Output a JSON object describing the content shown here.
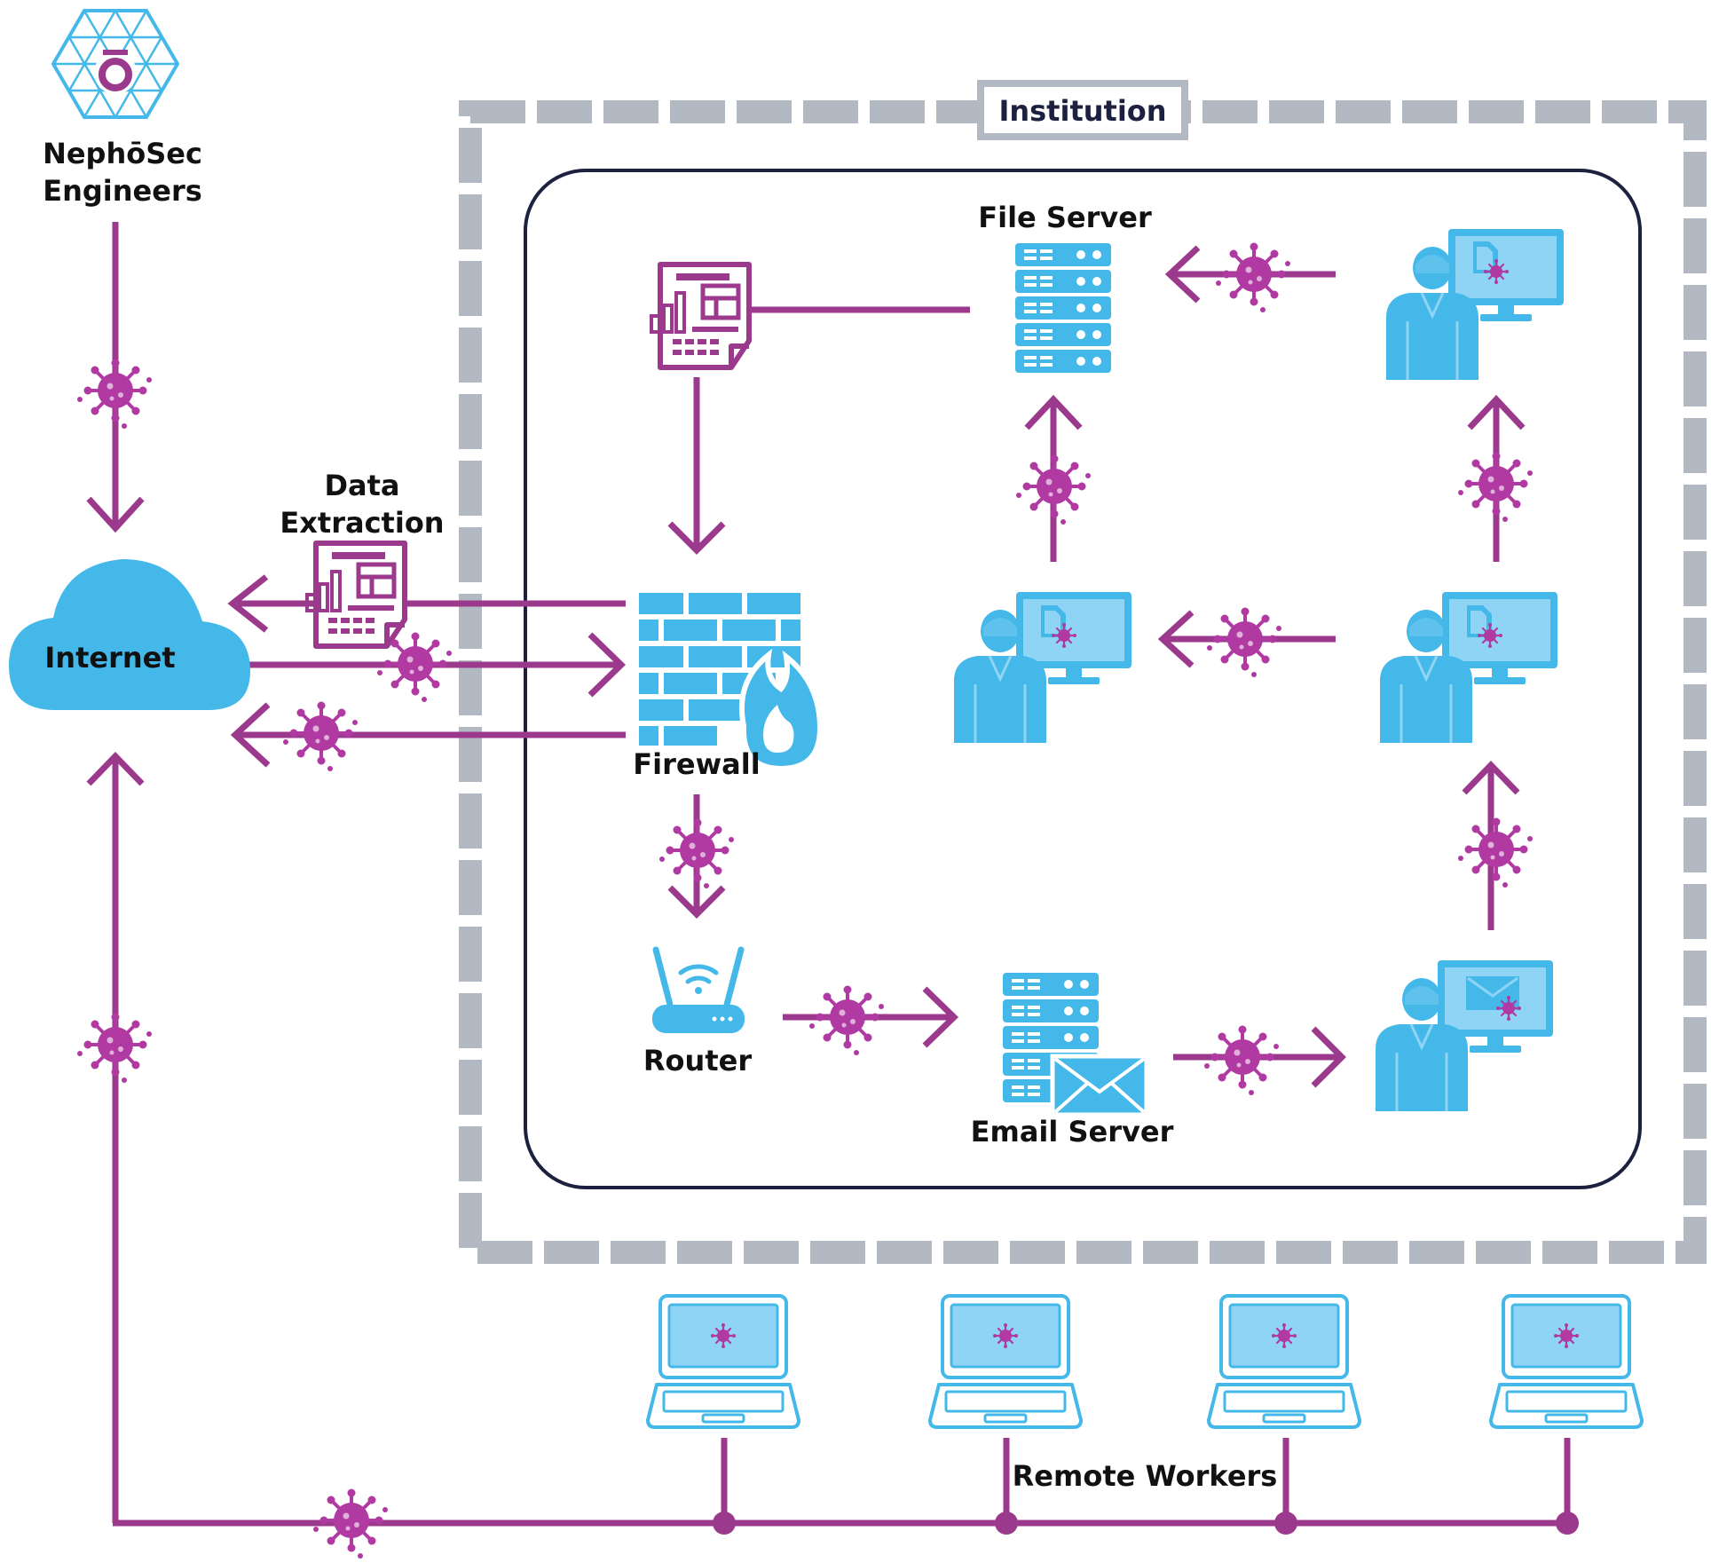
{
  "labels": {
    "org_line1": "NephōSec",
    "org_line2": "Engineers",
    "institution": "Institution",
    "file_server": "File Server",
    "data_line1": "Data",
    "data_line2": "Extraction",
    "internet": "Internet",
    "firewall": "Firewall",
    "router": "Router",
    "email_server": "Email Server",
    "remote_workers": "Remote Workers"
  },
  "icons": {
    "logo": "nephosec-hexagon-logo",
    "cloud": "cloud-icon",
    "report": "report-document-icon",
    "firewall": "firewall-icon",
    "router": "wifi-router-icon",
    "server": "server-rack-icon",
    "mail": "envelope-icon",
    "user": "user-at-computer-icon",
    "laptop": "laptop-icon",
    "virus": "virus-icon"
  },
  "colors": {
    "arrow": "#9b3a8c",
    "virus": "#b03aa2",
    "device": "#45b8ea",
    "screen": "#8fd4f4",
    "wall": "#b3b9c2",
    "box_border": "#1c2140"
  }
}
